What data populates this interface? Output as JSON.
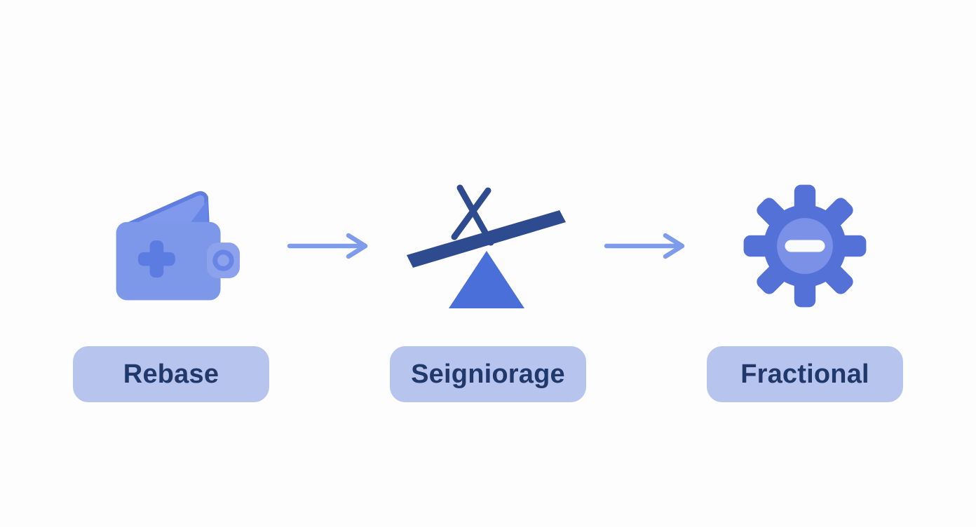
{
  "diagram": {
    "background": "#fdfdfd",
    "steps": [
      {
        "label": "Rebase",
        "icon": "wallet-plus-icon"
      },
      {
        "label": "Seigniorage",
        "icon": "balance-seesaw-icon"
      },
      {
        "label": "Fractional",
        "icon": "gear-minus-icon"
      }
    ],
    "connectors": [
      {
        "type": "right-arrow"
      },
      {
        "type": "right-arrow"
      }
    ],
    "colors": {
      "icon_light_blue": "#7d97e9",
      "icon_accent_blue": "#5c7ce2",
      "icon_medium_blue": "#4a6fd8",
      "icon_dark_navy": "#2f4b8f",
      "gear_blue": "#5471d8",
      "gear_inner_blue": "#7b91e8",
      "arrow_blue": "#7e9cea",
      "pill_background": "#b7c5ee",
      "pill_text": "#21386b",
      "minus_white": "#fafbff"
    }
  }
}
